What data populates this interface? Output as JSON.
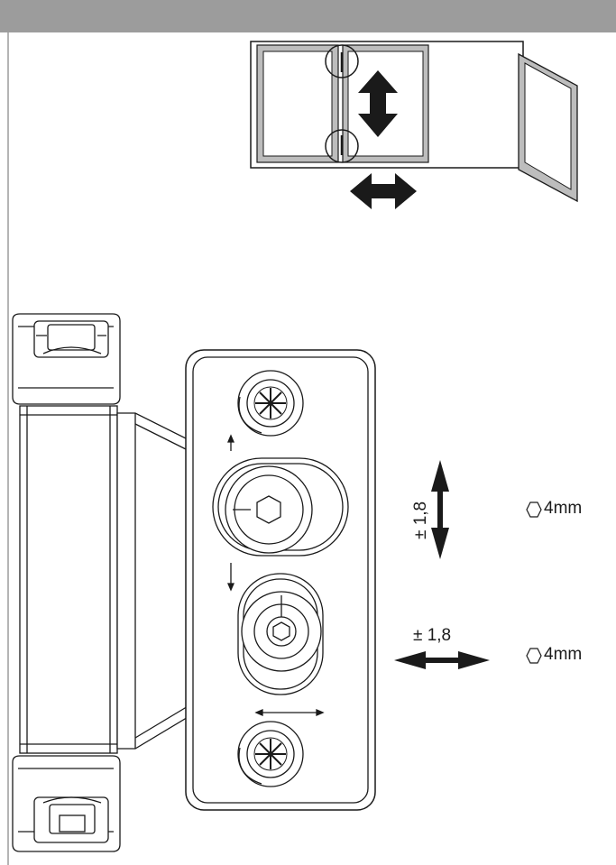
{
  "adjustments": {
    "vertical": {
      "range_text": "± 1,8",
      "tool_text": "4mm"
    },
    "horizontal": {
      "range_text": "± 1,8",
      "tool_text": "4mm"
    }
  },
  "icons": {
    "tool": "hex-key-icon",
    "vertical_arrow": "double-arrow-vertical-icon",
    "horizontal_arrow": "double-arrow-horizontal-icon"
  }
}
